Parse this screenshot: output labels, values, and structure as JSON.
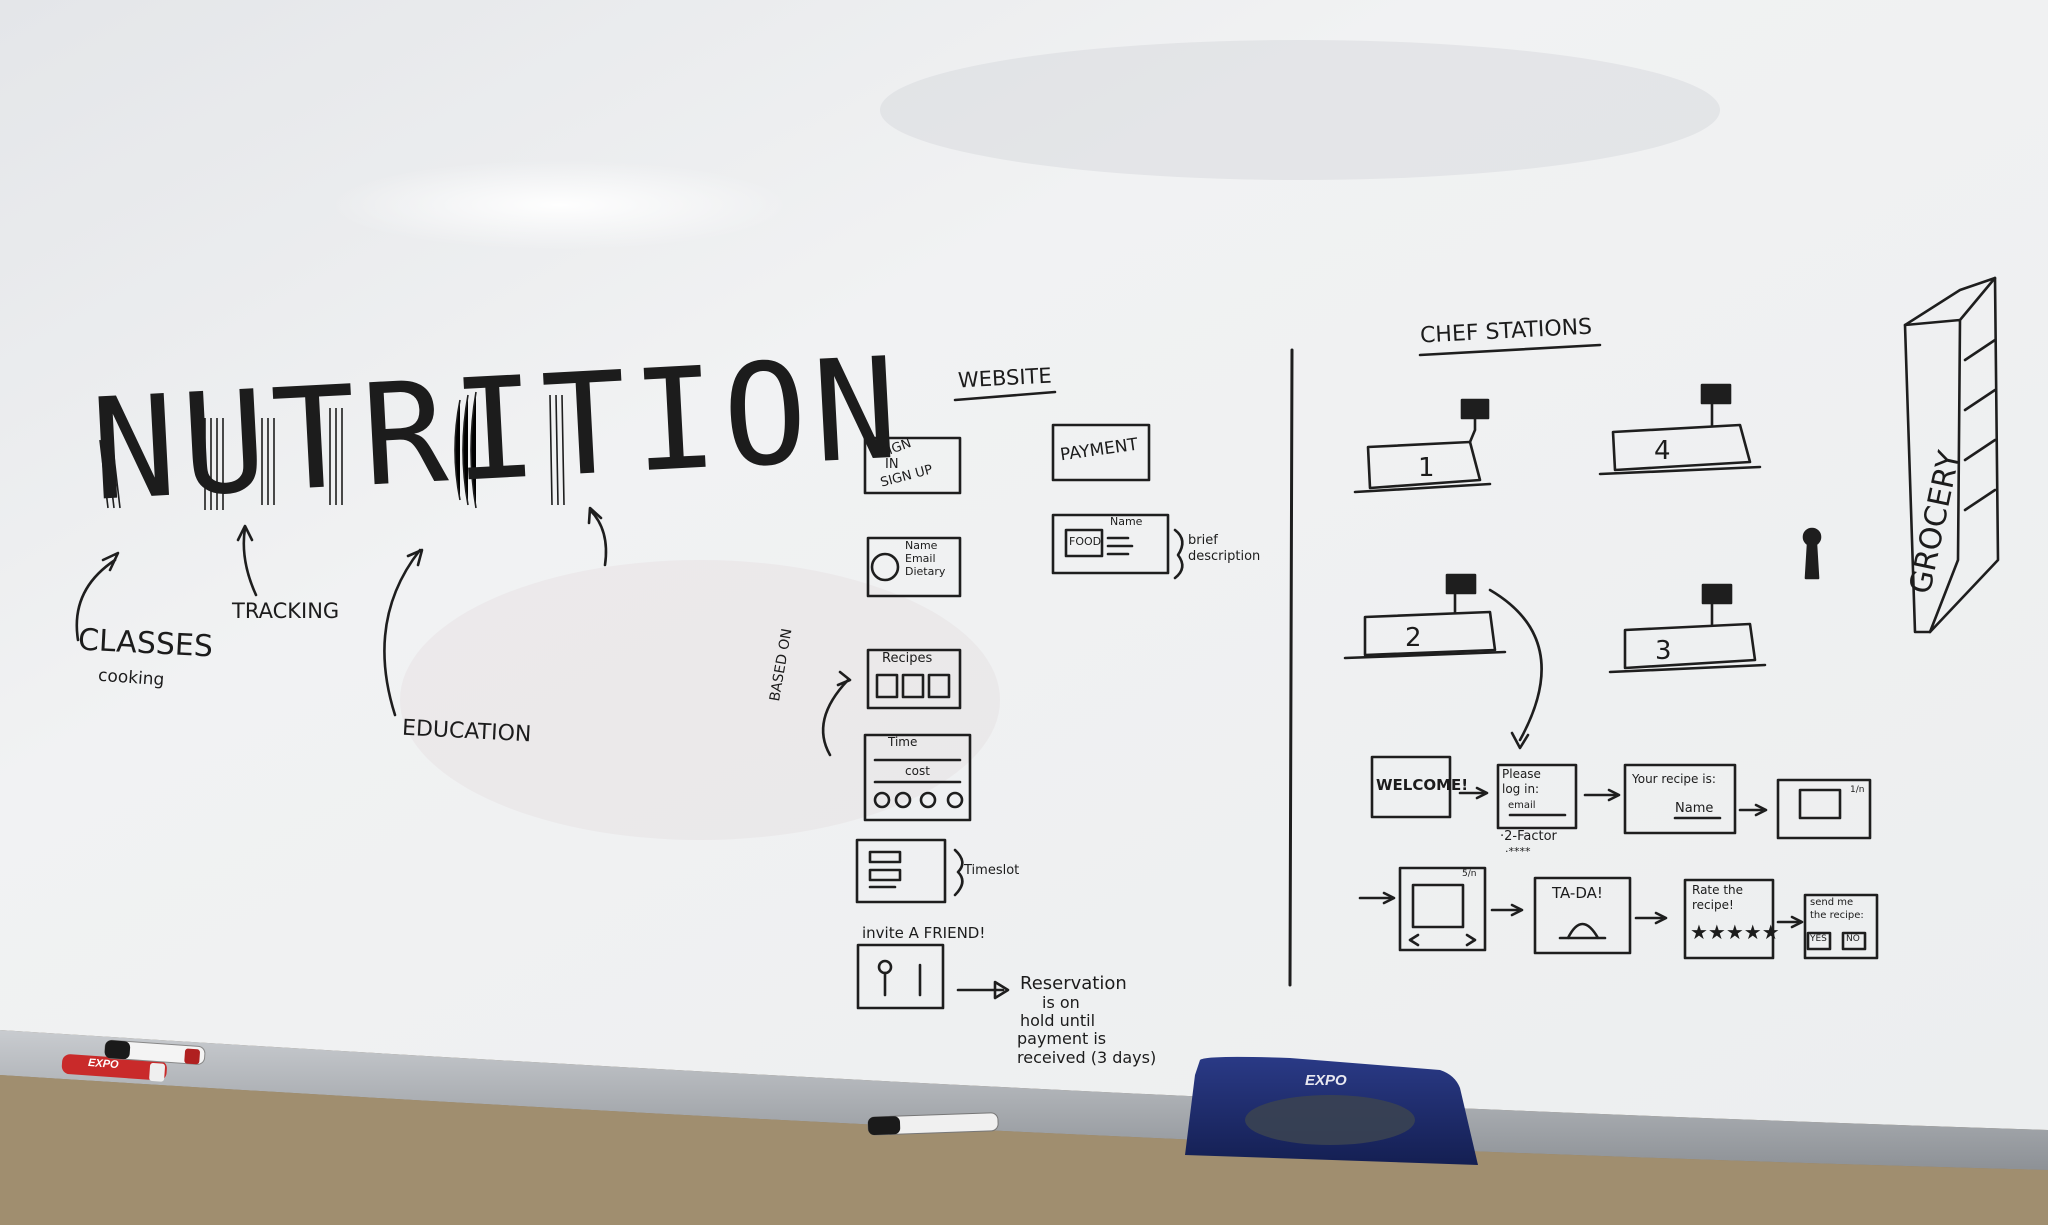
{
  "board": {
    "heading": "NUTRITION",
    "branches": [
      "CLASSES",
      "cooking",
      "TRACKING",
      "EDUCATION"
    ]
  },
  "website": {
    "title": "WEBSITE",
    "sign_in": [
      "SIGN",
      "IN",
      "SIGN UP"
    ],
    "payment": "PAYMENT",
    "profile_lines": [
      "Name",
      "Email",
      "Dietary"
    ],
    "food_card": {
      "food": "FOOD",
      "name": "Name"
    },
    "brief_description": [
      "brief",
      "description"
    ],
    "based_on": "BASED ON",
    "recipes": "Recipes",
    "filters": [
      "Time",
      "cost"
    ],
    "timeslot": "Timeslot",
    "invite": "invite A FRIEND!",
    "reservation_note": [
      "Reservation",
      "is on",
      "hold until",
      "payment is",
      "received (3 days)"
    ]
  },
  "chef": {
    "title": "CHEF STATIONS",
    "stations": [
      "1",
      "4",
      "2",
      "3"
    ],
    "grocery": "GROCERY",
    "flow": {
      "welcome": "WELCOME!",
      "login": [
        "Please",
        "log in:"
      ],
      "login_field": "email",
      "two_factor": "·2-Factor",
      "two_factor_code": "·****",
      "your_recipe": "Your recipe is:",
      "recipe_name": "Name",
      "step_counter_1": "1/n",
      "step_counter_2": "5/n",
      "tada": "TA-DA!",
      "rate": [
        "Rate the",
        "recipe!"
      ],
      "stars": "★★★★★",
      "send": [
        "send me",
        "the recipe:"
      ],
      "yes": "YES",
      "no": "NO"
    }
  },
  "brands": {
    "eraser": "EXPO",
    "marker": "EXPO"
  }
}
